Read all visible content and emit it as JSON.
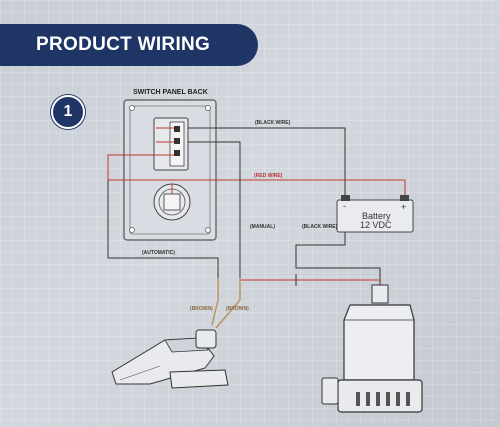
{
  "header": {
    "title": "PRODUCT WIRING"
  },
  "step": {
    "number": "1"
  },
  "panel": {
    "title": "SWITCH PANEL BACK"
  },
  "battery": {
    "name": "Battery",
    "voltage": "12 VDC",
    "plus": "+",
    "minus": "-"
  },
  "labels": {
    "black_wire_top": "(BLACK WIRE)",
    "red_wire": "(RED WIRE)",
    "black_wire_right": "(BLACK WIRE)",
    "manual": "(MANUAL)",
    "automatic": "(AUTOMATIC)",
    "brown_left": "(BROWN)",
    "brown_right": "(BROWN)"
  },
  "colors": {
    "navy": "#1f3566",
    "red_wire": "#c0392b",
    "brown_wire": "#b89060",
    "black_wire": "#333333"
  }
}
